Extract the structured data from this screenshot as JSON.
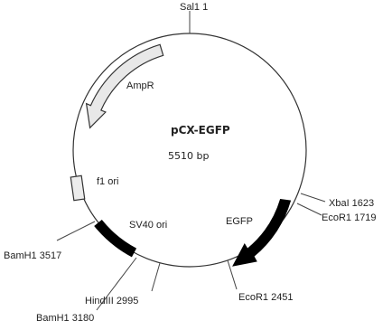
{
  "plasmid": {
    "name": "pCX-EGFP",
    "size": "5510 bp"
  },
  "features": {
    "ampr": "AmpR",
    "f1_ori": "f1  ori",
    "sv40_ori": "SV40  ori",
    "egfp": "EGFP"
  },
  "sites": {
    "sal1": "Sal1  1",
    "xbal": "XbaI  1623",
    "ecor1_1719": "EcoR1  1719",
    "ecor1_2451": "EcoR1  2451",
    "hindiii": "HindIII  2995",
    "bamh1_3180": "BamH1  3180",
    "bamh1_3517": "BamH1  3517"
  },
  "colors": {
    "backbone": "#333333",
    "egfp_arrow": "#000000",
    "ampr_fill": "#e8e8e8"
  }
}
